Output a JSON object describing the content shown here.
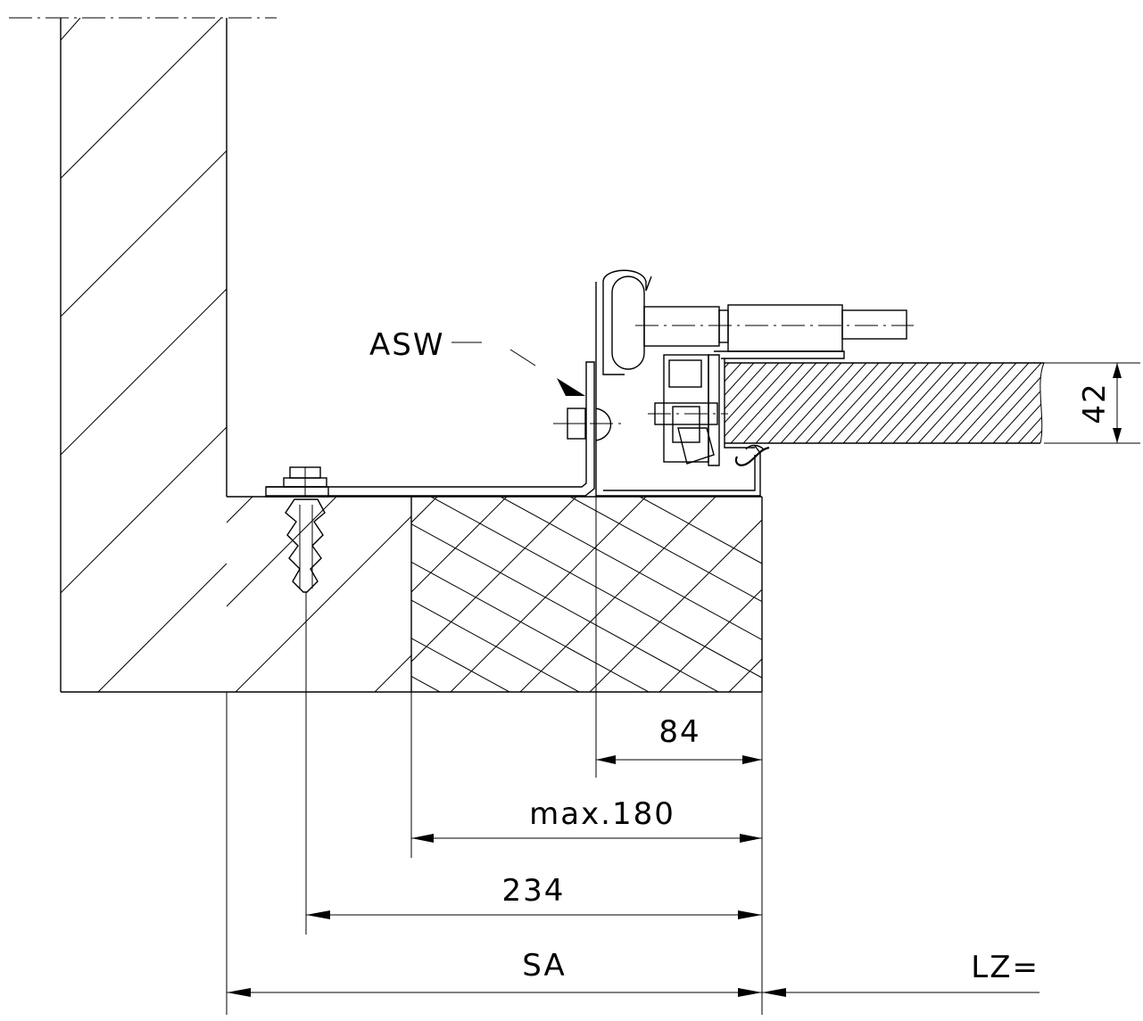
{
  "labels": {
    "asw": "ASW",
    "thickness": "42",
    "dim_84": "84",
    "dim_max180": "max.180",
    "dim_234": "234",
    "dim_sa": "SA",
    "dim_lz": "LZ="
  },
  "colors": {
    "line": "#000000",
    "background": "#ffffff"
  }
}
